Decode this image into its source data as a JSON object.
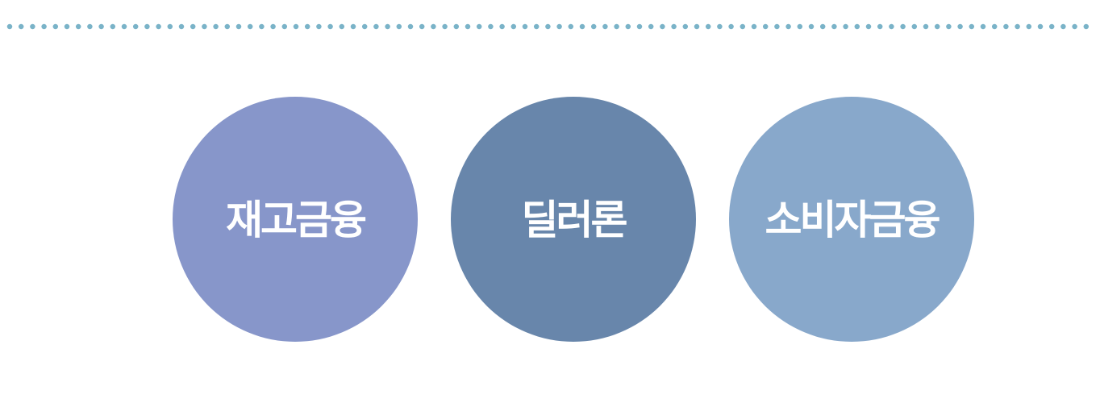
{
  "divider": {
    "color": "#7ab3c8"
  },
  "circles": [
    {
      "label": "재고금융",
      "color": "#8796ca"
    },
    {
      "label": "딜러론",
      "color": "#6886ab"
    },
    {
      "label": "소비자금융",
      "color": "#88a8cb"
    }
  ]
}
